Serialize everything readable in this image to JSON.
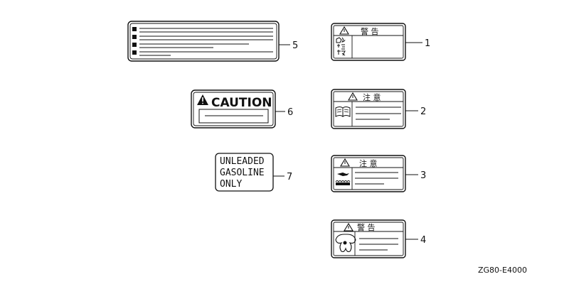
{
  "figure_code": "ZG80-E4000",
  "callouts": [
    "1",
    "2",
    "3",
    "4",
    "5",
    "6",
    "7"
  ],
  "labels": {
    "warning_title_1": "警 告",
    "caution_title_2": "注 意",
    "caution_title_3": "注 意",
    "warning_title_4": "警 告",
    "caution_text": "CAUTION",
    "fuel_line_1": "UNLEADED",
    "fuel_line_2": "GASOLINE",
    "fuel_line_3": "ONLY"
  }
}
